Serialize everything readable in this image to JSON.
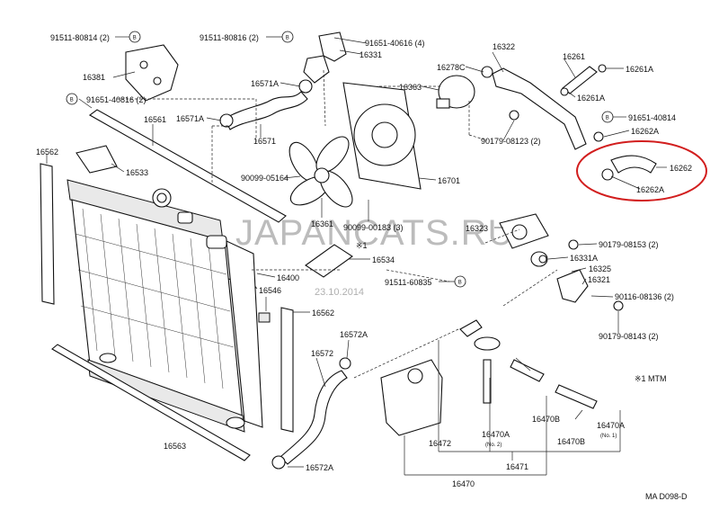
{
  "watermark": "JAPANCATS.RU",
  "date_stamp": "23.10.2014",
  "drawing_code": "MA D098-D",
  "note": "※1 MTM",
  "note_marker": "※1",
  "bolt_symbol": "B",
  "highlight_color": "#d21e1e",
  "labels": {
    "p91511_80814": "91511-80814 (2)",
    "p91511_80816": "91511-80816 (2)",
    "p91651_40616": "91651-40616 (4)",
    "p16322": "16322",
    "p16381": "16381",
    "p16331": "16331",
    "p16278c": "16278C",
    "p16261": "16261",
    "p16261a_1": "16261A",
    "p16571a_1": "16571A",
    "p16363": "16363",
    "p16261a_2": "16261A",
    "p91651_40816": "91651-40816 (2)",
    "p16571a_2": "16571A",
    "p91651_40814": "91651-40814",
    "p16561": "16561",
    "p16262a_1": "16262A",
    "p16571": "16571",
    "p90179_08123": "90179-08123 (2)",
    "p16562_left": "16562",
    "p16533": "16533",
    "p16262": "16262",
    "p90099_05164": "90099-05164",
    "p16701": "16701",
    "p16262a_2": "16262A",
    "p16361": "16361",
    "p90099_00183": "90099-00183 (3)",
    "p16323": "16323",
    "p90179_08153": "90179-08153 (2)",
    "p16534": "16534",
    "p16331a": "16331A",
    "p16325": "16325",
    "p16400": "16400",
    "p91511_60835": "91511-60835",
    "p16321": "16321",
    "p16546": "16546",
    "p90116_08136": "90116-08136 (2)",
    "p16562_right": "16562",
    "p16572a_1": "16572A",
    "p90179_08143": "90179-08143 (2)",
    "p16572": "16572",
    "p16470b_1": "16470B",
    "p16470a_1": "16470A",
    "p16470a_1_sub": "(No. 2)",
    "p16470a_2": "16470A",
    "p16470a_2_sub": "(No. 1)",
    "p16472": "16472",
    "p16470b_2": "16470B",
    "p16563": "16563",
    "p16471": "16471",
    "p16572a_2": "16572A",
    "p16470": "16470"
  }
}
